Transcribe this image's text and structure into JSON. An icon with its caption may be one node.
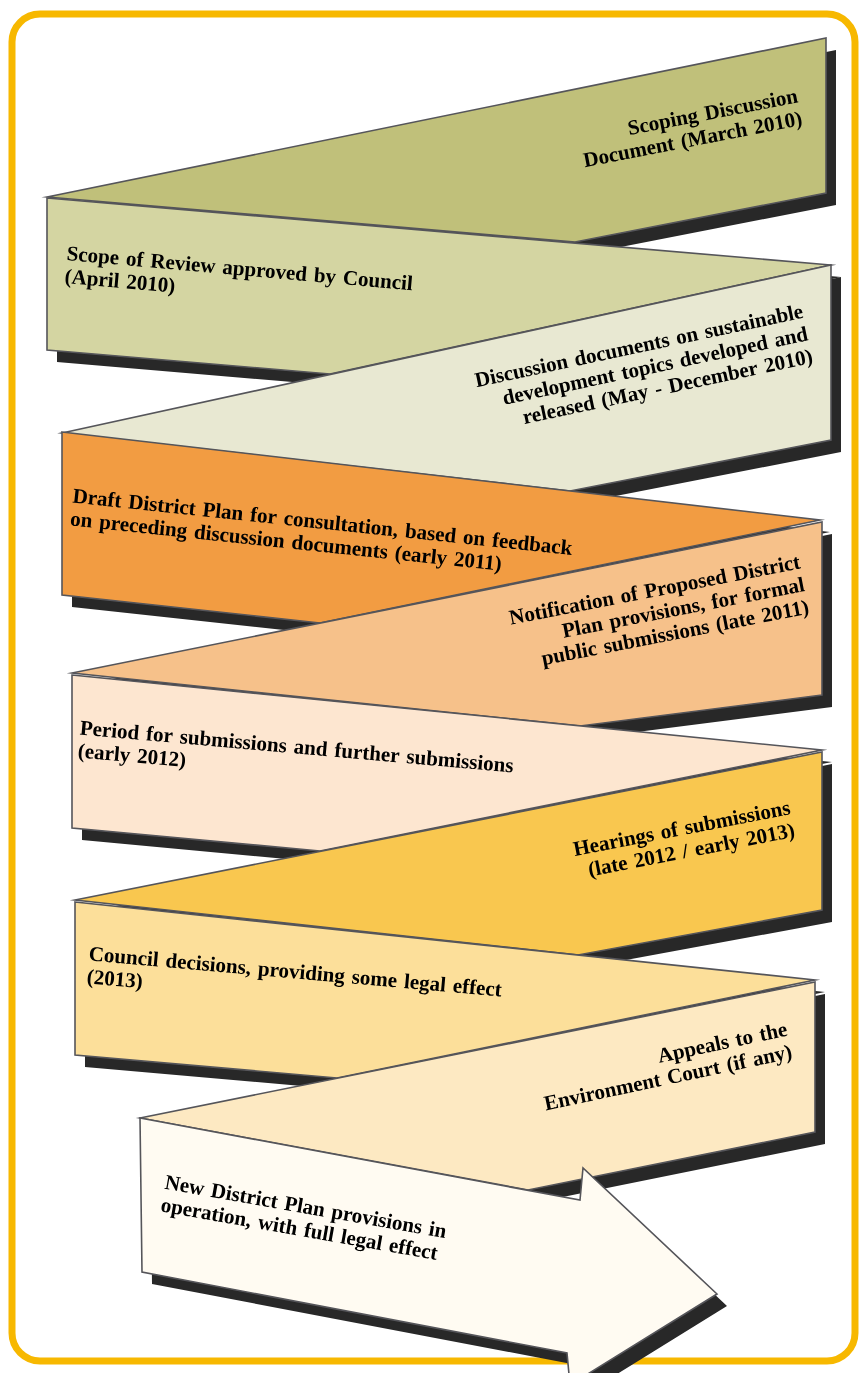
{
  "diagram": {
    "nodes": [
      {
        "text": [
          "Scoping Discussion Document (March 2010)"
        ]
      },
      {
        "text": [
          "Scope of Review approved by Council (April 2010)"
        ]
      },
      {
        "text": [
          "Discussion documents on sustainable development topics developed and released (May - December 2010)"
        ]
      },
      {
        "text": [
          "Draft District Plan for consultation, based on feedback on preceding discussion documents (early 2011)"
        ]
      },
      {
        "text": [
          "Notification of Proposed District Plan provisions, for formal public submissions (late 2011)"
        ]
      },
      {
        "text": [
          "Period for submissions and further submissions (early 2012)"
        ]
      },
      {
        "text": [
          "Hearings of submissions (late 2012 / early 2013)"
        ]
      },
      {
        "text": [
          "Council decisions, providing some legal effect (2013)"
        ]
      },
      {
        "text": [
          "Appeals to the Environment Court (if any)"
        ]
      },
      {
        "text": [
          "New District Plan provisions in operation, with full legal effect"
        ]
      }
    ]
  }
}
